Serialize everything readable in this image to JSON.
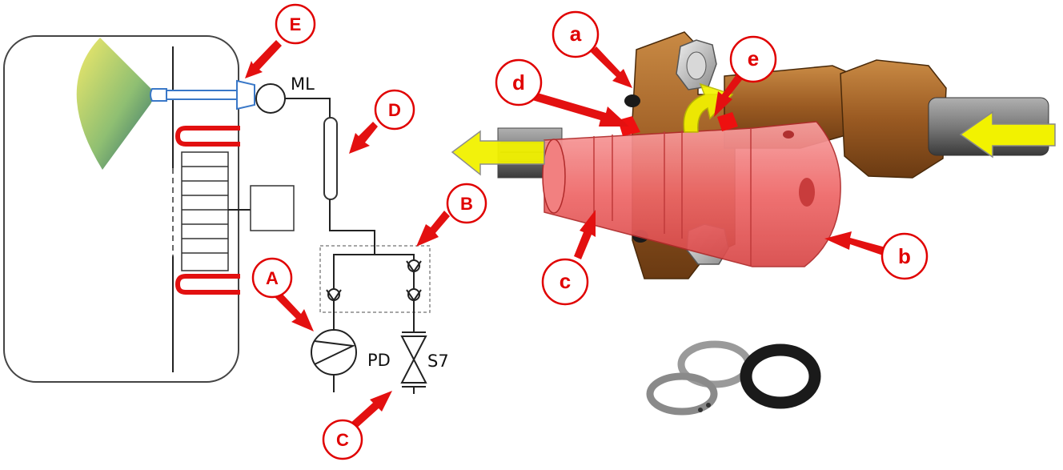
{
  "schematic": {
    "labels": {
      "ml": "ML",
      "pd": "PD",
      "s7": "S7"
    }
  },
  "callouts": {
    "upper": {
      "A": "A",
      "B": "B",
      "C": "C",
      "D": "D",
      "E": "E"
    },
    "lower": {
      "a": "a",
      "b": "b",
      "c": "c",
      "d": "d",
      "e": "e"
    }
  },
  "colors": {
    "callout_red": "#e00000",
    "part_red": "#f06a6a",
    "bronze": "#a0602a",
    "flow_arrow": "#f2f200",
    "cable_grey": "#808080"
  }
}
